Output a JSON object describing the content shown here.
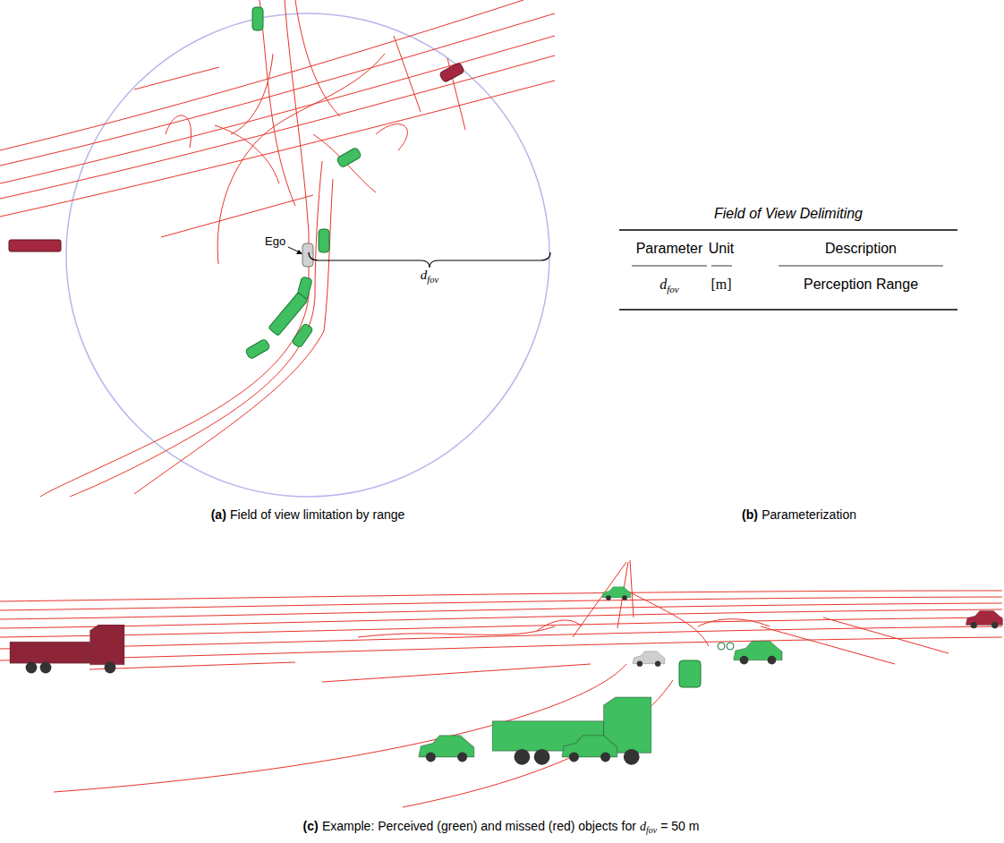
{
  "diagram": {
    "labels": [
      "Ego",
      "d",
      "fov",
      "Field of View Delimiting",
      "Parameter",
      "Unit",
      "Description",
      "d",
      "fov",
      "[m]",
      "Perception Range",
      "(a)",
      "Field of view limitation by range",
      "(b)",
      "Parameterization",
      "(c)",
      "Example: Perceived (green) and missed (red) objects for",
      "d",
      "fov",
      "= 50 m"
    ]
  }
}
